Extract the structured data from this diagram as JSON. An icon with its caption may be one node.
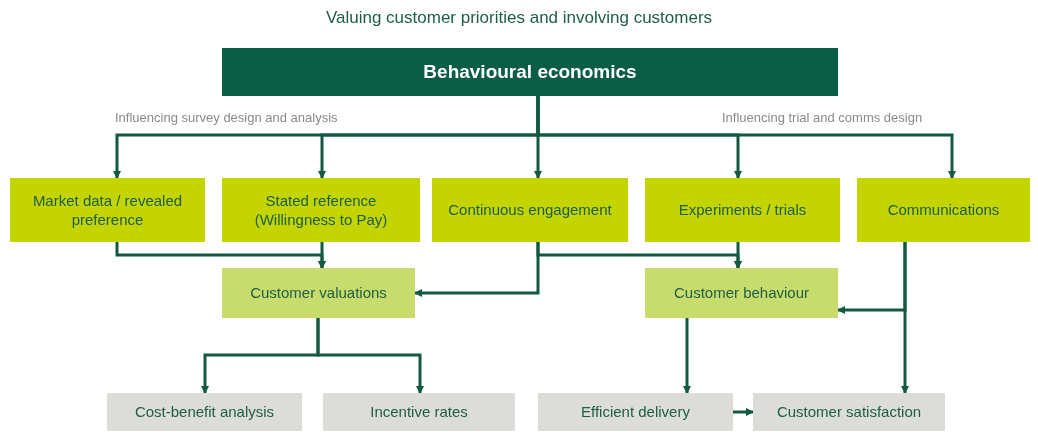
{
  "diagram": {
    "title": "Valuing customer priorities and involving customers",
    "nodes": [
      {
        "text": [
          "Behavioural economics"
        ]
      },
      {
        "text": [
          "Market data / revealed preference"
        ]
      },
      {
        "text": [
          "Stated reference (Willingness to Pay)"
        ]
      },
      {
        "text": [
          "Continuous engagement"
        ]
      },
      {
        "text": [
          "Experiments / trials"
        ]
      },
      {
        "text": [
          "Communications"
        ]
      },
      {
        "text": [
          "Customer valuations"
        ]
      },
      {
        "text": [
          "Customer behaviour"
        ]
      },
      {
        "text": [
          "Cost-benefit analysis"
        ]
      },
      {
        "text": [
          "Incentive rates"
        ]
      },
      {
        "text": [
          "Efficient delivery"
        ]
      },
      {
        "text": [
          "Customer satisfaction"
        ]
      }
    ],
    "edges": [
      {
        "from": 0,
        "to": 1,
        "arrow": "to"
      },
      {
        "from": 0,
        "to": 2,
        "arrow": "to"
      },
      {
        "from": 0,
        "to": 3,
        "arrow": "to"
      },
      {
        "from": 0,
        "to": 4,
        "arrow": "to"
      },
      {
        "from": 0,
        "to": 5,
        "arrow": "to"
      },
      {
        "from": 1,
        "to": 6,
        "arrow": "to"
      },
      {
        "from": 2,
        "to": 6,
        "arrow": "to"
      },
      {
        "from": 3,
        "to": 6,
        "arrow": "to"
      },
      {
        "from": 3,
        "to": 7,
        "arrow": "to"
      },
      {
        "from": 4,
        "to": 7,
        "arrow": "to"
      },
      {
        "from": 5,
        "to": 7,
        "arrow": "to"
      },
      {
        "from": 5,
        "to": 11,
        "arrow": "to"
      },
      {
        "from": 6,
        "to": 8,
        "arrow": "to"
      },
      {
        "from": 6,
        "to": 9,
        "arrow": "to"
      },
      {
        "from": 7,
        "to": 10,
        "arrow": "to"
      },
      {
        "from": 10,
        "to": 11,
        "arrow": "to"
      }
    ],
    "labels": [
      "Influencing survey design and analysis",
      "Influencing trial and comms design"
    ]
  }
}
